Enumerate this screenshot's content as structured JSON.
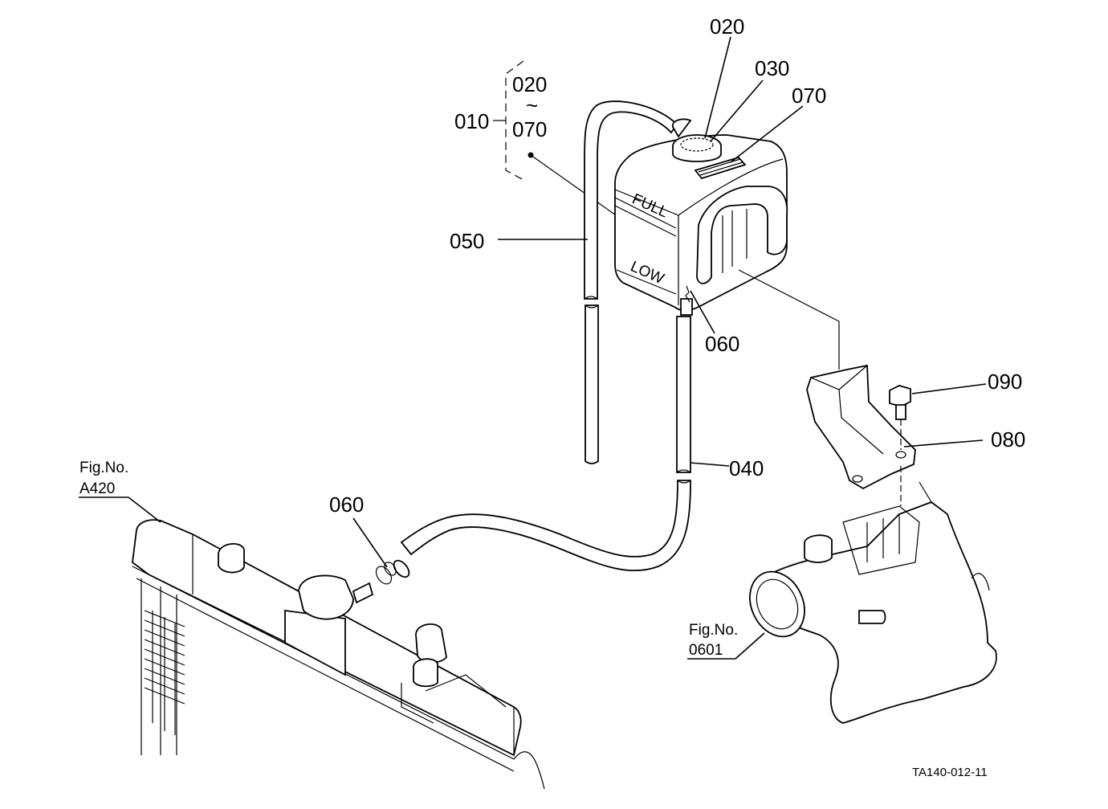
{
  "diagram": {
    "part_labels": {
      "p010": "010",
      "p020_top": "020",
      "p020_group": "020",
      "tilde": "~",
      "p070_group": "070",
      "p030": "030",
      "p070": "070",
      "p050": "050",
      "p060_tank": "060",
      "p060_hose": "060",
      "p040": "040",
      "p090": "090",
      "p080": "080"
    },
    "tank_marks": {
      "full": "FULL",
      "low": "LOW"
    },
    "figure_refs": {
      "radiator": {
        "prefix": "Fig.No.",
        "number": "A420"
      },
      "engine": {
        "prefix": "Fig.No.",
        "number": "0601"
      }
    },
    "drawing_code": "TA140-012-11"
  }
}
